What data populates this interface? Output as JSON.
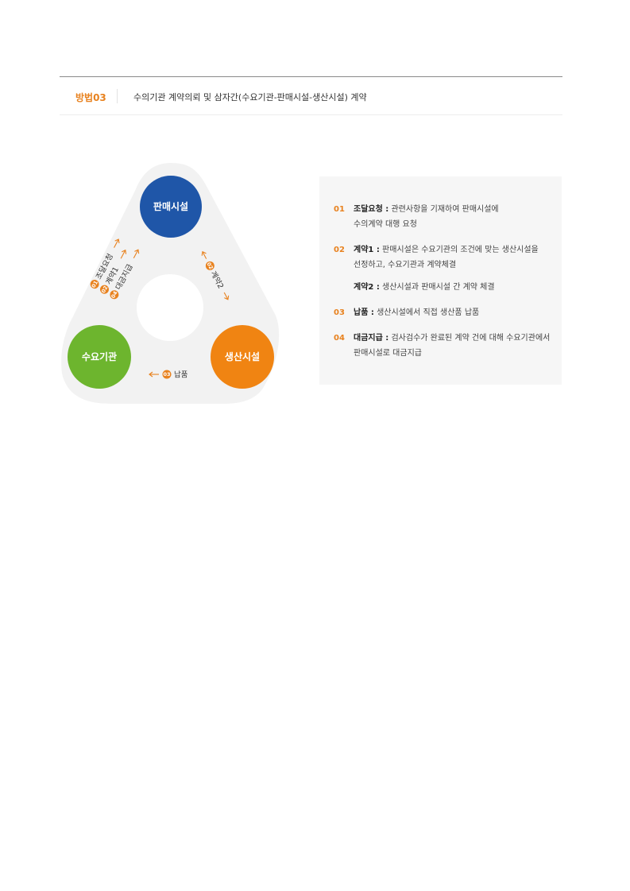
{
  "header": {
    "method": "방법03",
    "title": "수의기관 계약의뢰 및 삼자간(수요기관-판매시설-생산시설) 계약"
  },
  "diagram": {
    "nodes": {
      "top": {
        "label": "판매시설",
        "color": "#1f56a8"
      },
      "left": {
        "label": "수요기관",
        "color": "#6db52e"
      },
      "right": {
        "label": "생산시설",
        "color": "#f08412"
      }
    },
    "edges": {
      "left_side": [
        {
          "num": "01",
          "label": "조달요청"
        },
        {
          "num": "02",
          "label": "계약1"
        },
        {
          "num": "04",
          "label": "대금지급"
        }
      ],
      "right_side": {
        "num": "02",
        "label": "계약2"
      },
      "bottom": {
        "num": "03",
        "label": "납품"
      }
    },
    "accent_color": "#e8821f"
  },
  "legend": {
    "items": [
      {
        "num": "01",
        "term": "조달요청 :",
        "text": "관련사항을 기재하여 판매시설에",
        "text2": "수의계약 대행 요청"
      },
      {
        "num": "02",
        "term": "계약1 :",
        "text": "판매시설은 수요기관의 조건에 맞는 생산시설을",
        "text2": "선정하고, 수요기관과 계약체결"
      },
      {
        "num": "",
        "term": "계약2 :",
        "text": "생산시설과 판매시설 간 계약 체결",
        "text2": ""
      },
      {
        "num": "03",
        "term": "납품 :",
        "text": "생산시설에서 직접 생산품 납품",
        "text2": ""
      },
      {
        "num": "04",
        "term": "대금지급 :",
        "text": "검사검수가 완료된 계약 건에 대해 수요기관에서",
        "text2": "판매시설로 대금지급"
      }
    ]
  }
}
